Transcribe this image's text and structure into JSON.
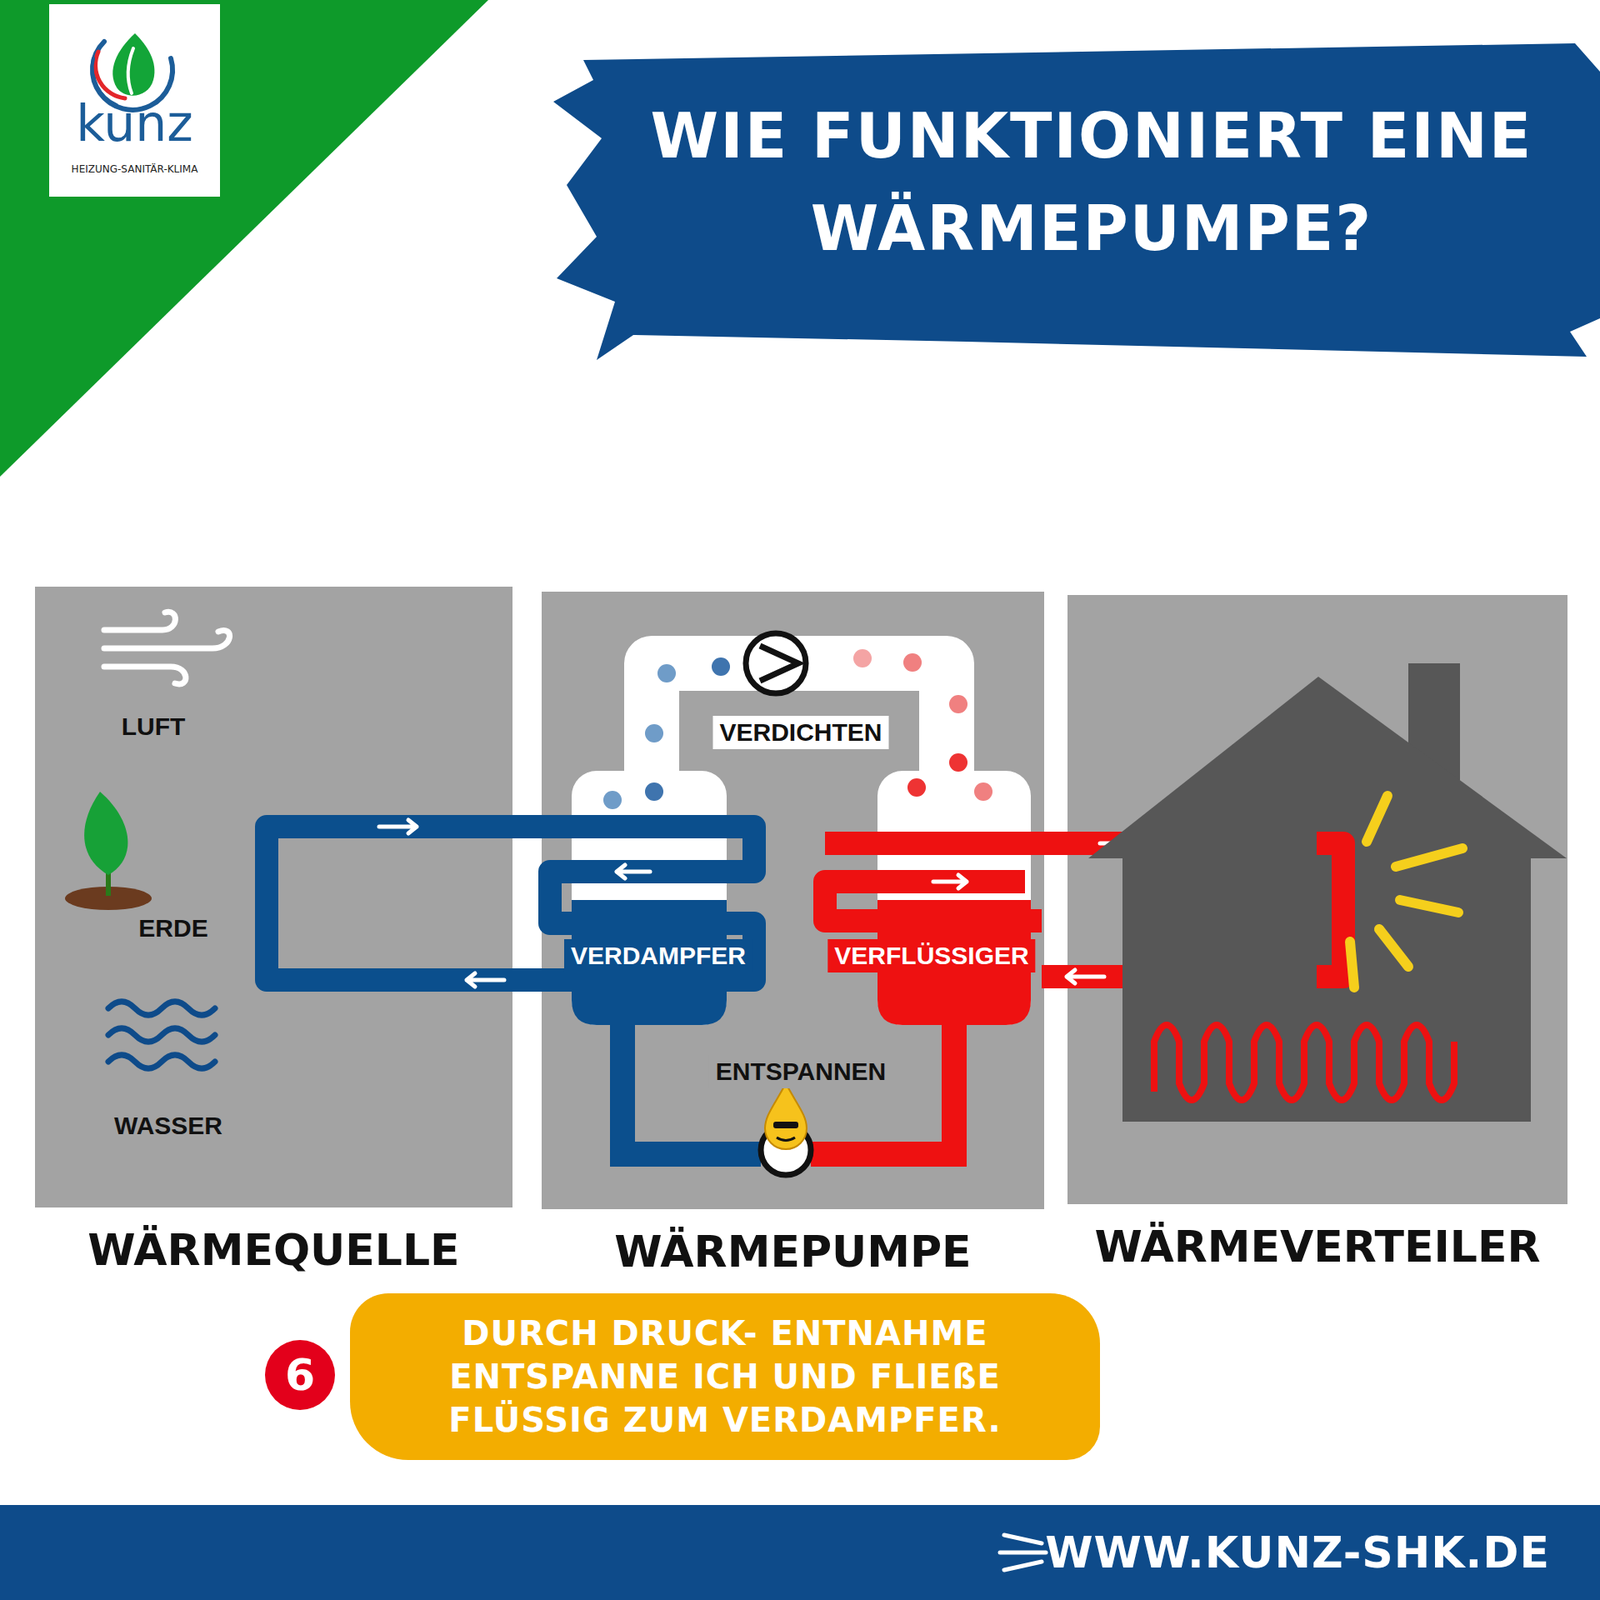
{
  "diagram": {
    "title": "WIE FUNKTIONIERT EINE WÄRMEPUMPE?",
    "nodes": [
      {
        "text": [
          "kunz",
          "HEIZUNG-SANITÄR-KLIMA"
        ]
      },
      {
        "text": [
          "WÄRMEQUELLE"
        ]
      },
      {
        "text": [
          "WÄRMEPUMPE"
        ]
      },
      {
        "text": [
          "WÄRMEVERTEILER"
        ]
      },
      {
        "text": [
          "6"
        ]
      },
      {
        "text": [
          "DURCH DRUCK- ENTNAHME ENTSPANNE ICH UND FLIEßE FLÜSSIG ZUM VERDAMPFER."
        ]
      },
      {
        "text": [
          "WWW.KUNZ-SHK.DE"
        ]
      }
    ],
    "labels": [
      "LUFT",
      "ERDE",
      "WASSER",
      "VERDICHTEN",
      "VERDAMPFER",
      "VERFLÜSSIGER",
      "ENTSPANNEN"
    ]
  }
}
